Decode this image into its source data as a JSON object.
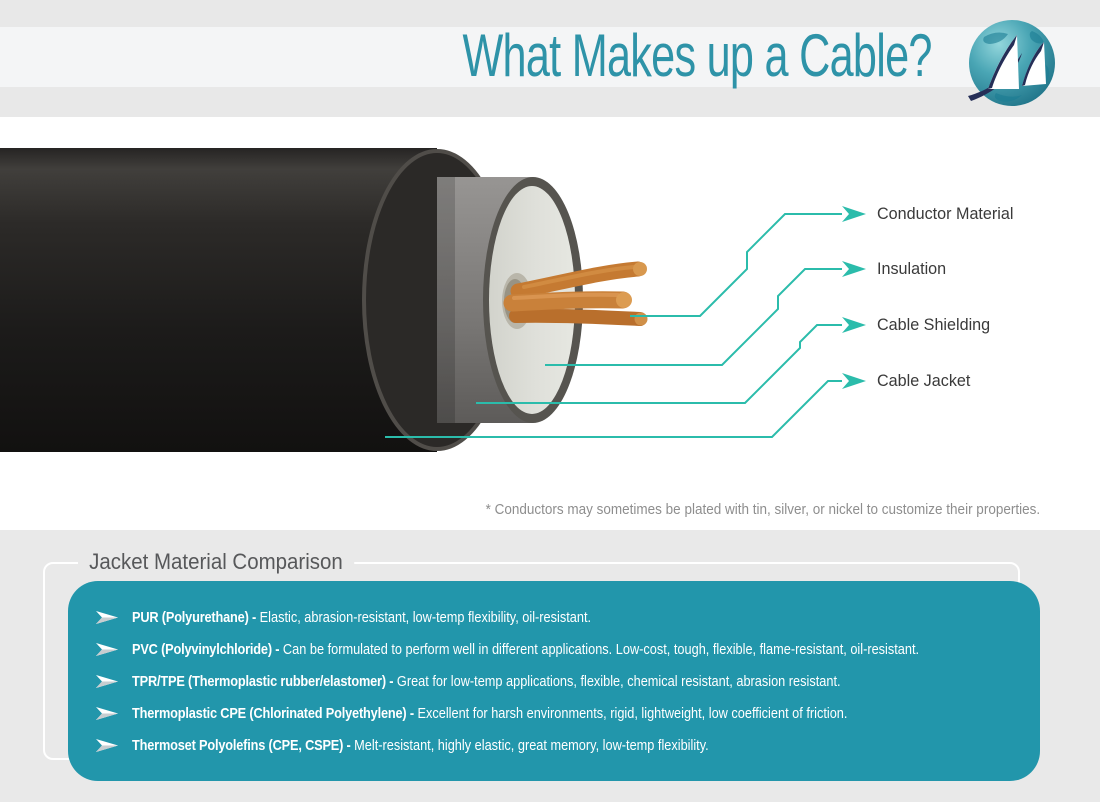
{
  "header": {
    "title": "What Makes up a Cable?"
  },
  "logo": {
    "icon": "globe-with-sails-logo-icon"
  },
  "cable": {
    "labels": [
      "Conductor Material",
      "Insulation",
      "Cable Shielding",
      "Cable Jacket"
    ]
  },
  "footnote": "* Conductors may sometimes be plated with tin, silver, or nickel to customize their properties.",
  "comparison": {
    "heading": "Jacket Material Comparison",
    "items": [
      {
        "name": "PUR (Polyurethane) -",
        "desc": "Elastic, abrasion-resistant, low-temp flexibility, oil-resistant."
      },
      {
        "name": "PVC (Polyvinylchloride) -",
        "desc": "Can be formulated to perform well in different applications. Low-cost, tough, flexible, flame-resistant, oil-resistant."
      },
      {
        "name": "TPR/TPE (Thermoplastic rubber/elastomer) -",
        "desc": "Great for low-temp applications, flexible, chemical resistant, abrasion resistant."
      },
      {
        "name": "Thermoplastic CPE (Chlorinated Polyethylene) -",
        "desc": "Excellent for harsh environments, rigid, lightweight, low coefficient of friction."
      },
      {
        "name": "Thermoset Polyolefins (CPE, CSPE) -",
        "desc": "Melt-resistant, highly elastic, great memory, low-temp flexibility."
      }
    ]
  },
  "colors": {
    "title_teal": "#2e93a8",
    "callout_teal": "#2bbcab",
    "comparison_box_teal": "#2296ab",
    "section_gray": "#e9e9e9",
    "header_strip_gray": "#e8e8e8",
    "copper": "#c0752f"
  }
}
